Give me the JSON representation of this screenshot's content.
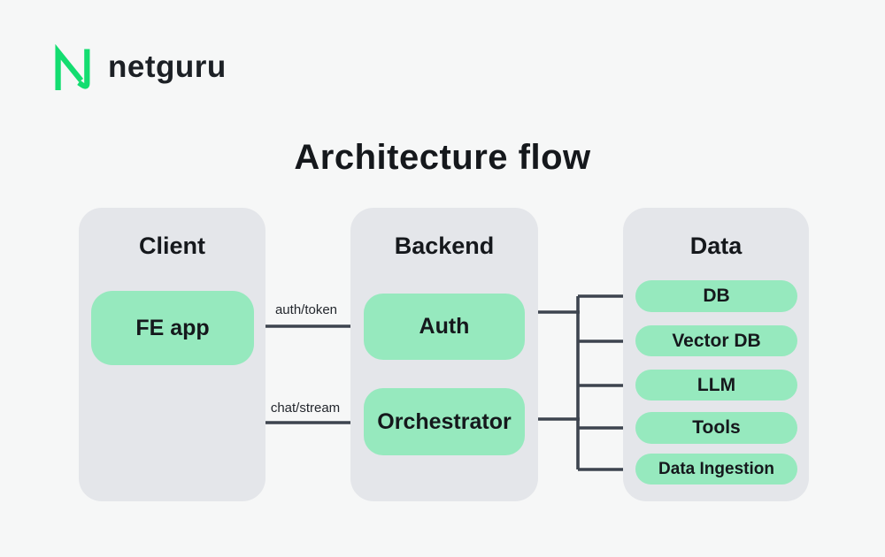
{
  "brand": {
    "name": "netguru"
  },
  "title": "Architecture flow",
  "colors": {
    "page_bg": "#f6f7f7",
    "column_bg": "#e4e6ea",
    "node_green": "#96e9be",
    "connector": "#3d444f",
    "logo_green": "#13dd70",
    "text": "#15181c"
  },
  "columns": [
    {
      "label": "Client",
      "nodes": [
        {
          "label": "FE app"
        }
      ]
    },
    {
      "label": "Backend",
      "nodes": [
        {
          "label": "Auth"
        },
        {
          "label": "Orchestrator"
        }
      ]
    },
    {
      "label": "Data",
      "nodes": [
        {
          "label": "DB"
        },
        {
          "label": "Vector DB"
        },
        {
          "label": "LLM"
        },
        {
          "label": "Tools"
        },
        {
          "label": "Data Ingestion"
        }
      ]
    }
  ],
  "edges": [
    {
      "from": "FE app",
      "to": "Auth",
      "label": "auth/token"
    },
    {
      "from": "FE app",
      "to": "Orchestrator",
      "label": "chat/stream"
    },
    {
      "from": "Auth",
      "to": "data-fanout-trunk",
      "label": ""
    },
    {
      "from": "Orchestrator",
      "to": "data-fanout-trunk",
      "label": ""
    },
    {
      "from": "data-fanout-trunk",
      "to": "DB",
      "label": ""
    },
    {
      "from": "data-fanout-trunk",
      "to": "Vector DB",
      "label": ""
    },
    {
      "from": "data-fanout-trunk",
      "to": "LLM",
      "label": ""
    },
    {
      "from": "data-fanout-trunk",
      "to": "Tools",
      "label": ""
    },
    {
      "from": "data-fanout-trunk",
      "to": "Data Ingestion",
      "label": ""
    }
  ]
}
